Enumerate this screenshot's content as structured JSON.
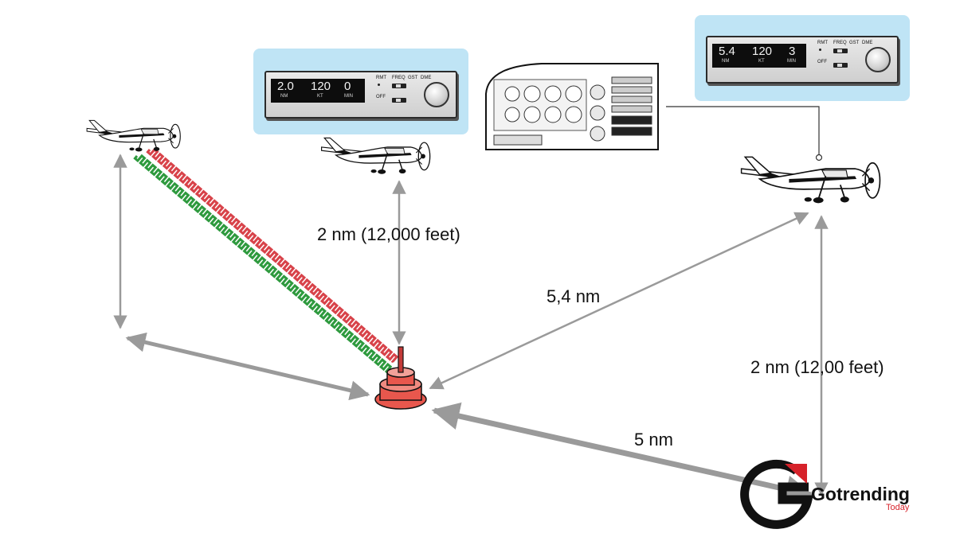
{
  "dme_left": {
    "distance": "2.0",
    "distance_unit": "NM",
    "speed": "120",
    "speed_unit": "KT",
    "time": "0",
    "time_unit": "MIN",
    "labels": {
      "rmt": "RMT",
      "freq": "FREQ",
      "gst": "GST",
      "dme": "DME",
      "off": "OFF"
    }
  },
  "dme_right": {
    "distance": "5.4",
    "distance_unit": "NM",
    "speed": "120",
    "speed_unit": "KT",
    "time": "3",
    "time_unit": "MIN",
    "labels": {
      "rmt": "RMT",
      "freq": "FREQ",
      "gst": "GST",
      "dme": "DME",
      "off": "OFF"
    }
  },
  "distances": {
    "overhead_altitude": "2 nm (12,000 feet)",
    "slant_range": "5,4 nm",
    "right_altitude": "2 nm (12,00 feet)",
    "ground_distance": "5 nm"
  },
  "logo": {
    "name": "Gotrending",
    "tagline": "Today"
  },
  "colors": {
    "signal_red": "#d8434a",
    "signal_green": "#2e9a3e",
    "arrow_gray": "#9a9a9a",
    "panel_blue": "#bfe4f5",
    "station_red": "#e8574d",
    "logo_red": "#d6222a"
  }
}
